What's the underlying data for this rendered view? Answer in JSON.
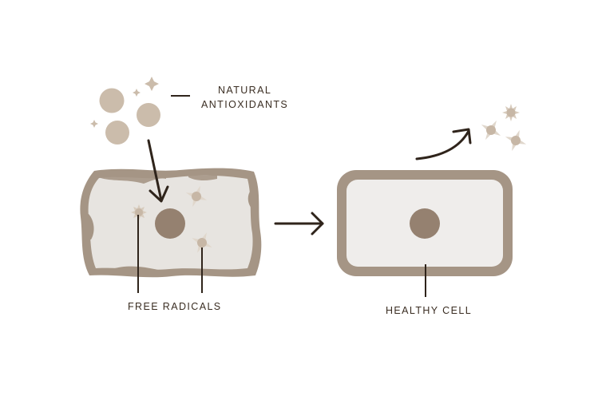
{
  "labels": {
    "antioxidants_line1": "NATURAL",
    "antioxidants_line2": "ANTIOXIDANTS",
    "free_radicals": "FREE RADICALS",
    "healthy_cell": "HEALTHY CELL"
  },
  "colors": {
    "text": "#3a2d22",
    "line": "#2f241b",
    "membrane": "#a59585",
    "damaged_cytoplasm": "#e7e4e0",
    "healthy_cytoplasm": "#efedeb",
    "nucleus": "#958170",
    "antioxidant": "#cbbcab",
    "radical_light": "#e0d7cc",
    "radical_core": "#c7b7a6"
  },
  "icons": {
    "antioxidant": "circle",
    "free_radical": "four-point-star",
    "free_radical_alt": "spiky-burst",
    "arrow": "arrow-right"
  }
}
